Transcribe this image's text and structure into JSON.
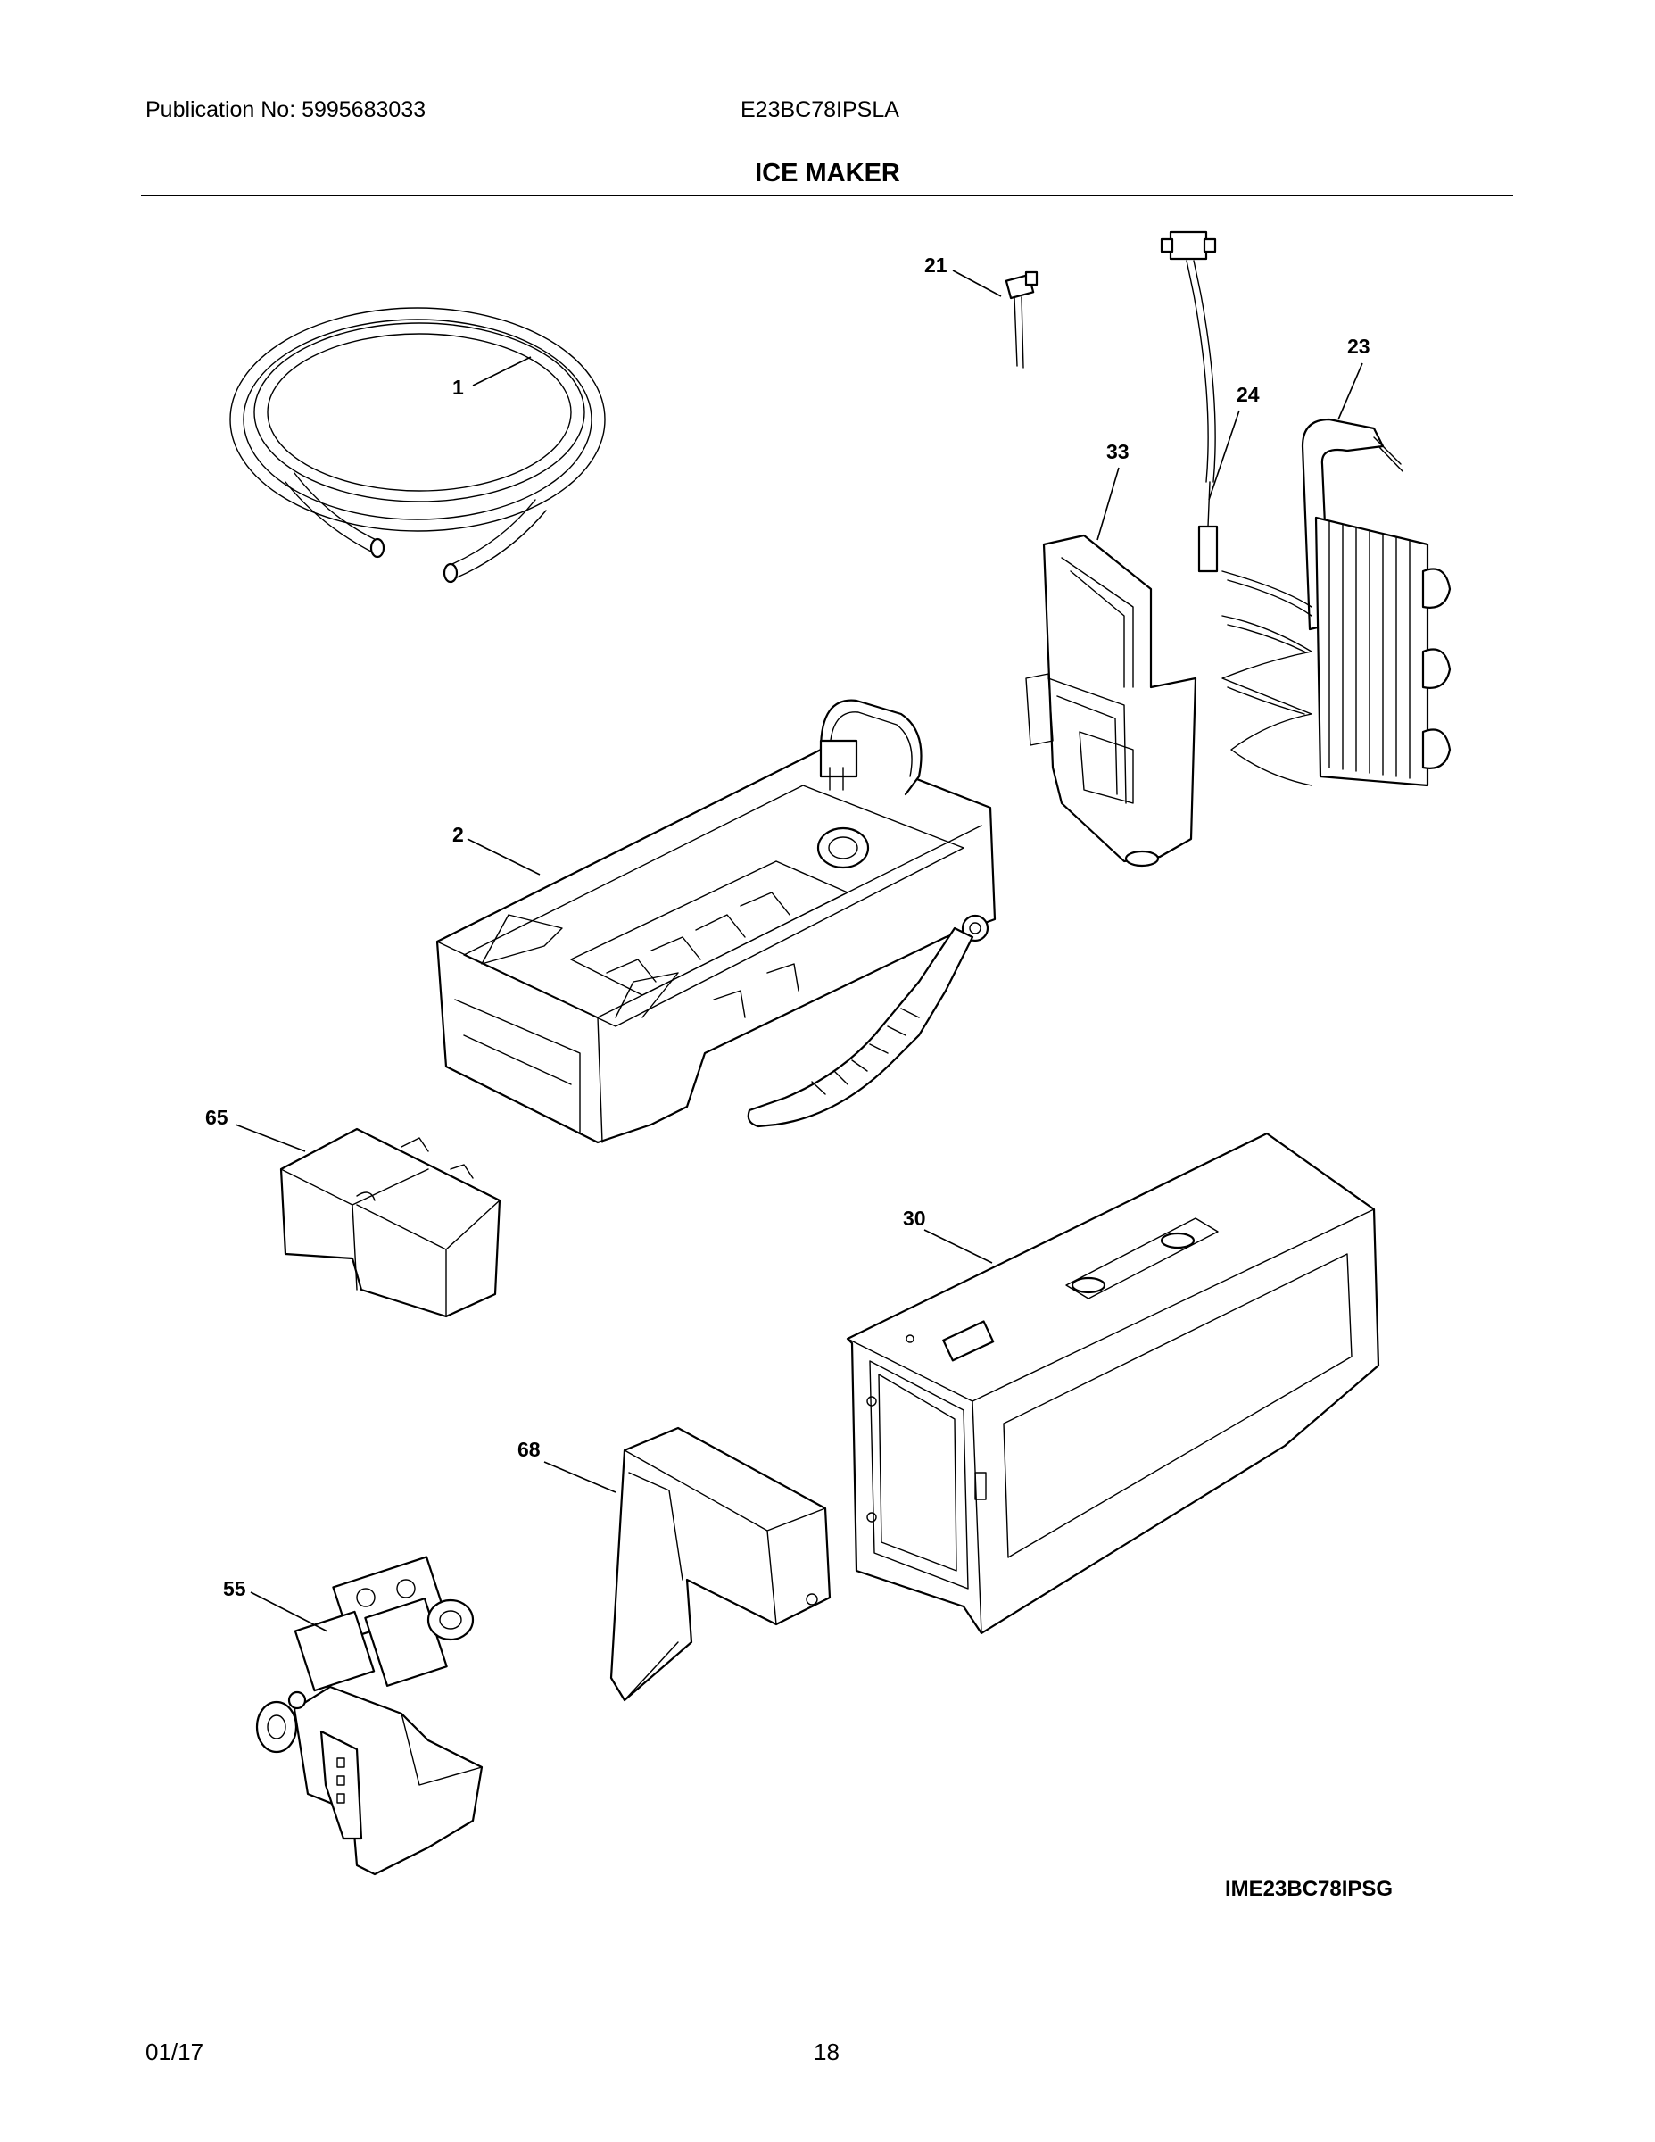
{
  "header": {
    "publication": "Publication No: 5995683033",
    "model": "E23BC78IPSLA"
  },
  "title": "ICE MAKER",
  "callouts": {
    "c1": "1",
    "c2": "2",
    "c21": "21",
    "c23": "23",
    "c24": "24",
    "c30": "30",
    "c33": "33",
    "c55": "55",
    "c65": "65",
    "c68": "68"
  },
  "figure_id": "IME23BC78IPSG",
  "footer": {
    "date": "01/17",
    "page": "18"
  }
}
